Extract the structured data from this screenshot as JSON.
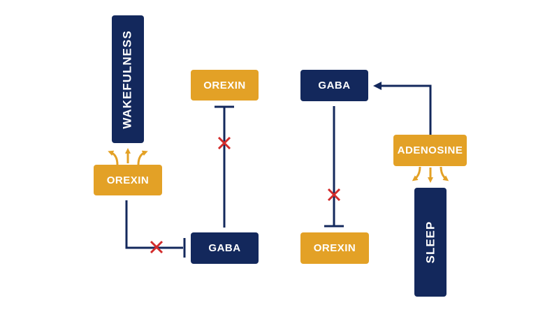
{
  "colors": {
    "orange": "#E3A126",
    "navy": "#13285C",
    "inhibit_mark": "#D22B2B",
    "background": "#FFFFFF"
  },
  "panels": {
    "panel_1": {
      "wakefulness_label": "WAKEFULNESS",
      "orexin_label": "OREXIN",
      "gaba_label": "GABA"
    },
    "panel_2": {
      "orexin_label": "OREXIN"
    },
    "panel_3": {
      "gaba_label": "GABA",
      "orexin_label": "OREXIN"
    },
    "panel_4": {
      "adenosine_label": "ADENOSINE",
      "sleep_label": "SLEEP"
    }
  },
  "relations": [
    {
      "from": "OREXIN",
      "to": "WAKEFULNESS",
      "type": "activates"
    },
    {
      "from": "OREXIN",
      "to": "GABA",
      "type": "inhibition-blocked"
    },
    {
      "from": "GABA",
      "to": "OREXIN",
      "type": "inhibition-blocked"
    },
    {
      "from": "GABA",
      "to": "OREXIN",
      "type": "inhibition-blocked"
    },
    {
      "from": "ADENOSINE",
      "to": "GABA",
      "type": "activates"
    },
    {
      "from": "ADENOSINE",
      "to": "SLEEP",
      "type": "activates"
    }
  ]
}
